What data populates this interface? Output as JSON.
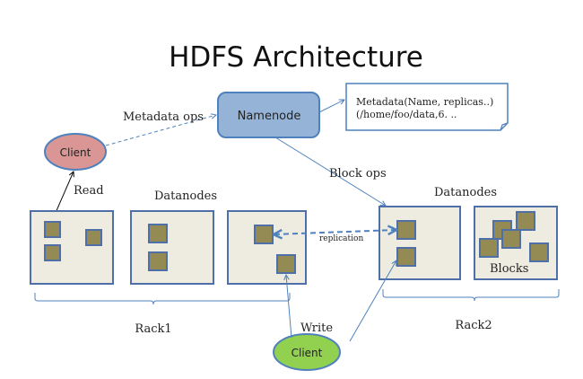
{
  "title": "HDFS Architecture",
  "namenode": {
    "label": "Namenode"
  },
  "metadata_note": {
    "line1": "Metadata(Name, replicas..)",
    "line2": "(/home/foo/data,6. .."
  },
  "clients": {
    "reader": {
      "label": "Client"
    },
    "writer": {
      "label": "Client"
    }
  },
  "edges": {
    "metadata_ops": "Metadata ops",
    "block_ops": "Block ops",
    "read": "Read",
    "write": "Write",
    "replication": "replication"
  },
  "datanodes_labels": {
    "left": "Datanodes",
    "right": "Datanodes"
  },
  "blocks_label": "Blocks",
  "racks": {
    "rack1": "Rack1",
    "rack2": "Rack2"
  },
  "colors": {
    "namenode_fill": "#95b3d7",
    "namenode_stroke": "#4f81bd",
    "reader_client_fill": "#d99694",
    "writer_client_fill": "#92d050",
    "node_fill": "#eeece1",
    "node_stroke": "#4f6fa8",
    "block_fill": "#948a54",
    "arrow": "#4f81bd"
  }
}
